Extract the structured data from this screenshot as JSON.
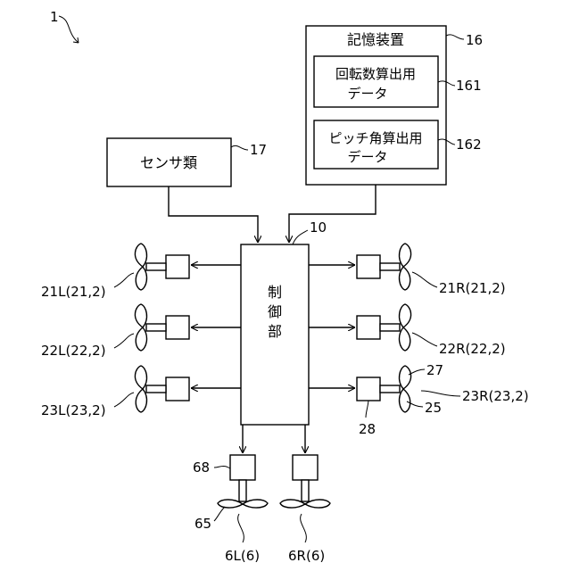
{
  "figure_number": "1",
  "storage": {
    "title": "記憶装置",
    "ref": "16",
    "rotation_data": {
      "line1": "回転数算出用",
      "line2": "データ",
      "ref": "161"
    },
    "pitch_data": {
      "line1": "ピッチ角算出用",
      "line2": "データ",
      "ref": "162"
    }
  },
  "sensors": {
    "label": "センサ類",
    "ref": "17"
  },
  "controller": {
    "line1": "制",
    "line2": "御",
    "line3": "部",
    "ref": "10"
  },
  "rotors": {
    "left": [
      "21L(21,2)",
      "22L(22,2)",
      "23L(23,2)"
    ],
    "right": [
      "21R(21,2)",
      "22R(22,2)",
      "23R(23,2)"
    ],
    "blade_ref": "27",
    "hub_ref": "25",
    "motor_ref": "28"
  },
  "propellers": {
    "left_label": "6L(6)",
    "right_label": "6R(6)",
    "motor_ref": "68",
    "prop_ref": "65"
  },
  "colors": {
    "line": "#000000",
    "background": "#ffffff"
  }
}
